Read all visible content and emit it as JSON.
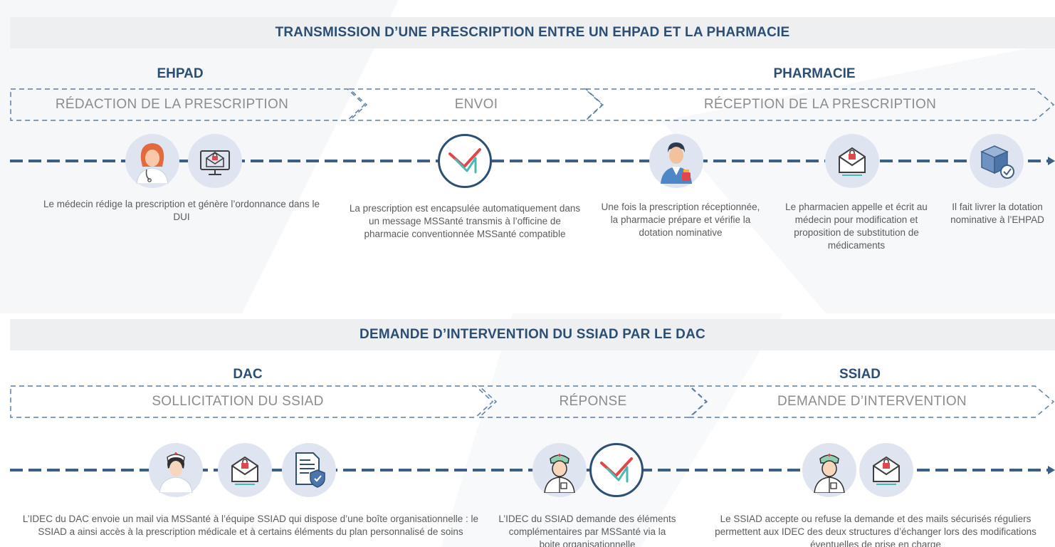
{
  "sections": [
    {
      "title": "TRANSMISSION D’UNE PRESCRIPTION ENTRE UN EHPAD ET LA PHARMACIE",
      "actors": [
        "EHPAD",
        "PHARMACIE"
      ],
      "phases": [
        "RÉDACTION DE LA PRESCRIPTION",
        "ENVOI",
        "RÉCEPTION DE LA PRESCRIPTION"
      ],
      "icons": [
        "female-doctor-icon",
        "secure-mail-monitor-icon",
        "mssante-logo-icon",
        "pharmacist-icon",
        "secure-mail-icon",
        "delivery-box-icon"
      ],
      "steps": [
        "Le médecin rédige la prescription et génère l’ordonnance dans le DUI",
        "La prescription est encapsulée automatiquement dans un message MSSanté transmis à l’officine de pharmacie conventionnée MSSanté compatible",
        "Une fois la prescription réceptionnée, la pharmacie prépare et vérifie la dotation nominative",
        "Le pharmacien appelle et écrit au médecin pour modification et proposition de substitution de médicaments",
        "Il fait livrer la dotation nominative à l’EHPAD"
      ]
    },
    {
      "title": "DEMANDE D’INTERVENTION DU SSIAD PAR LE DAC",
      "actors": [
        "DAC",
        "SSIAD"
      ],
      "phases": [
        "SOLLICITATION DU SSIAD",
        "RÉPONSE",
        "DEMANDE D’INTERVENTION"
      ],
      "icons": [
        "nurse-icon",
        "secure-mail-icon",
        "secure-document-icon",
        "male-nurse-icon",
        "mssante-logo-icon",
        "male-nurse-icon",
        "secure-mail-icon"
      ],
      "steps": [
        "L’IDEC du DAC envoie un mail via MSSanté à l’équipe SSIAD qui dispose d’une boîte organisationnelle : le SSIAD a ainsi accès à la prescription médicale et à certains éléments du plan personnalisé de soins",
        "L’IDEC du SSIAD demande des éléments complémentaires par MSSanté via la boite organisationnelle",
        "Le SSIAD accepte ou refuse la demande et des mails sécurisés réguliers permettent aux IDEC des deux structures d’échanger lors des modifications éventuelles de prise en charge"
      ]
    }
  ],
  "colors": {
    "title": "#2b4f73",
    "timeline": "#3c5f86",
    "phase_border": "#5a7fa6",
    "icon_bg": "#dfe5f0",
    "mssante_red": "#e0474c",
    "mssante_teal": "#4bb9b3"
  }
}
